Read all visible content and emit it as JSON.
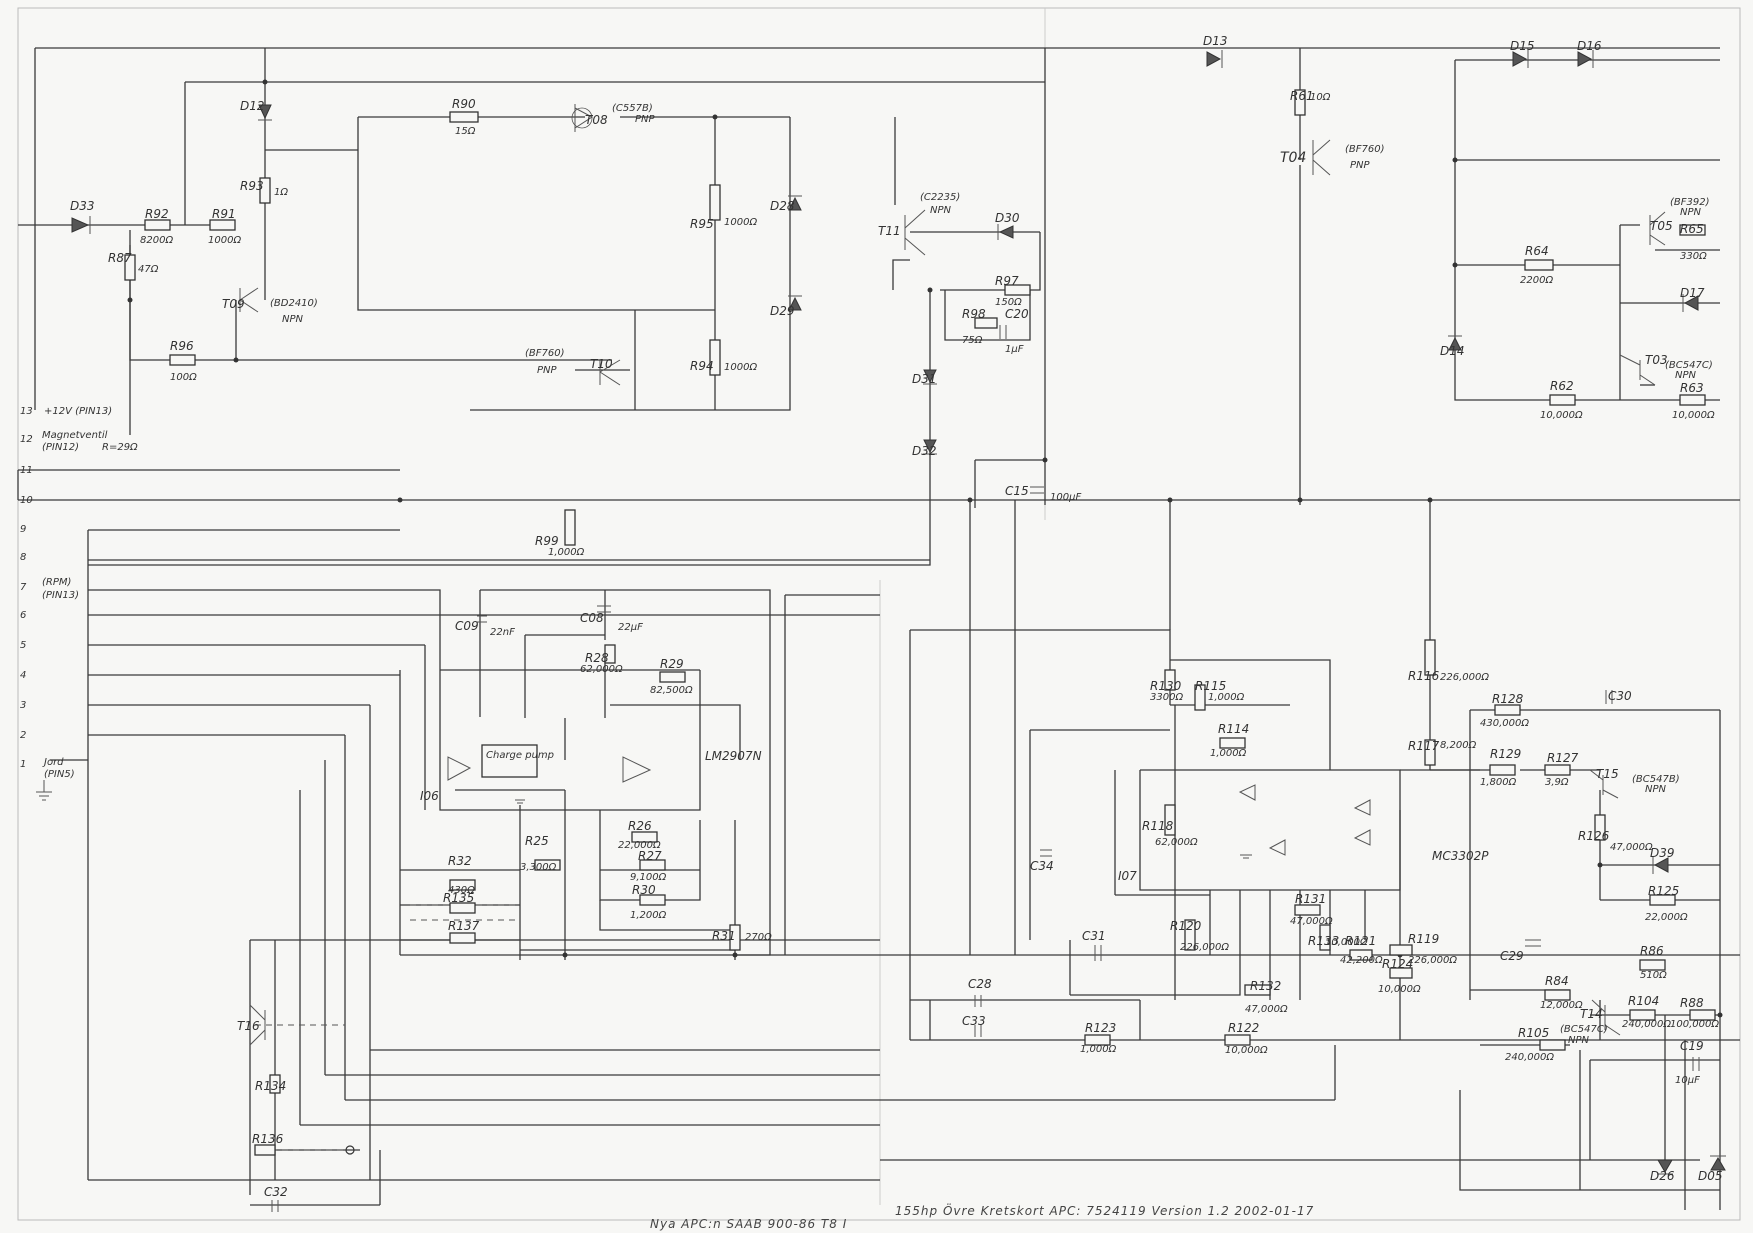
{
  "footer": {
    "left": "Nya APC:n   SAAB 900-86 T8 I",
    "right": "155hp   Övre Kretskort   APC: 7524119   Version 1.2   2002-01-17"
  },
  "pins": {
    "p13": "13",
    "p13_label": "+12V (PIN13)",
    "p12": "12",
    "p12_label": "Magnetventil",
    "p12_sub": "(PIN12)",
    "p12_r": "R=29Ω",
    "p11": "11",
    "p10": "10",
    "p9": "9",
    "p8": "8",
    "p7": "7",
    "p7_label": "(RPM)",
    "p7_sub": "(PIN13)",
    "p6": "6",
    "p5": "5",
    "p4": "4",
    "p3": "3",
    "p2": "2",
    "p1": "1",
    "p1_label": "Jord",
    "p1_sub": "(PIN5)"
  },
  "components": {
    "D33": "D33",
    "R92": "R92",
    "R92_v": "8200Ω",
    "R91": "R91",
    "R91_v": "1000Ω",
    "R87": "R87",
    "R87_v": "47Ω",
    "D12": "D12",
    "R93": "R93",
    "R93_v": "1Ω",
    "R90": "R90",
    "R90_v": "15Ω",
    "T08": "T08",
    "T08_type": "(C557B)",
    "T08_pol": "PNP",
    "T09": "T09",
    "T09_type": "(BD2410)",
    "T09_pol": "NPN",
    "R96": "R96",
    "R96_v": "100Ω",
    "T10": "T10",
    "T10_type": "(BF760)",
    "T10_pol": "PNP",
    "R95": "R95",
    "R95_v": "1000Ω",
    "R94": "R94",
    "R94_v": "1000Ω",
    "D28": "D28",
    "D29": "D29",
    "T11": "T11",
    "T11_type": "(C2235)",
    "T11_pol": "NPN",
    "D30": "D30",
    "R97": "R97",
    "R97_v": "150Ω",
    "R98": "R98",
    "R98_v": "75Ω",
    "C20": "C20",
    "C20_v": "1μF",
    "D31": "D31",
    "D32": "D32",
    "C15": "C15",
    "C15_v": "100μF",
    "D13": "D13",
    "R61": "R61",
    "R61_v": "10Ω",
    "T04": "T04",
    "T04_type": "(BF760)",
    "T04_pol": "PNP",
    "D15": "D15",
    "D16": "D16",
    "T05": "T05",
    "T05_type": "(BF392)",
    "T05_pol": "NPN",
    "R65": "R65",
    "R65_v": "330Ω",
    "R64": "R64",
    "R64_v": "2200Ω",
    "D17": "D17",
    "D14": "D14",
    "T03": "T03",
    "T03_type": "(BC547C)",
    "T03_pol": "NPN",
    "R62": "R62",
    "R62_v": "10,000Ω",
    "R63": "R63",
    "R63_v": "10,000Ω",
    "R99": "R99",
    "R99_v": "1,000Ω",
    "C09": "C09",
    "C09_v": "22nF",
    "C08": "C08",
    "C08_v": "22μF",
    "R28": "R28",
    "R28_v": "62,000Ω",
    "R29": "R29",
    "R29_v": "82,500Ω",
    "I06": "I06",
    "I06_type": "LM2907N",
    "charge_pump": "Charge pump",
    "R25": "R25",
    "R25_v": "3,300Ω",
    "R26": "R26",
    "R26_v": "22,000Ω",
    "R27": "R27",
    "R27_v": "9,100Ω",
    "R30": "R30",
    "R30_v": "1,200Ω",
    "R31": "R31",
    "R31_v": "270Ω",
    "R32": "R32",
    "R32_v": "430Ω",
    "R135": "R135",
    "R137": "R137",
    "T16": "T16",
    "R134": "R134",
    "R136": "R136",
    "C32": "C32",
    "R130": "R130",
    "R130_v": "3300Ω",
    "R115": "R115",
    "R115_v": "1,000Ω",
    "R114": "R114",
    "R114_v": "1,000Ω",
    "R116": "R116",
    "R116_v": "226,000Ω",
    "R117": "R117",
    "R117_v": "8,200Ω",
    "R118": "R118",
    "R118_v": "62,000Ω",
    "I07": "I07",
    "I07_type": "MC3302P",
    "C34": "C34",
    "R120": "R120",
    "R120_v": "226,000Ω",
    "R131": "R131",
    "R131_v": "47,000Ω",
    "R133": "R133",
    "R133_v": "10,000Ω",
    "R121": "R121",
    "R121_v": "42,200Ω",
    "R119": "R119",
    "R119_v": "226,000Ω",
    "R124": "R124",
    "R124_v": "10,000Ω",
    "C31": "C31",
    "R132": "R132",
    "R132_v": "47,000Ω",
    "C28": "C28",
    "C33": "C33",
    "R123": "R123",
    "R123_v": "1,000Ω",
    "R122": "R122",
    "R122_v": "10,000Ω",
    "R128": "R128",
    "R128_v": "430,000Ω",
    "C30": "C30",
    "R129": "R129",
    "R129_v": "1,800Ω",
    "R127": "R127",
    "R127_v": "3,9Ω",
    "T15": "T15",
    "T15_type": "(BC547B)",
    "T15_pol": "NPN",
    "R126": "R126",
    "R126_v": "47,000Ω",
    "D39": "D39",
    "R125": "R125",
    "R125_v": "22,000Ω",
    "C29": "C29",
    "R86": "R86",
    "R86_v": "510Ω",
    "R84": "R84",
    "R84_v": "12,000Ω",
    "T14": "T14",
    "T14_type": "(BC547C)",
    "T14_pol": "NPN",
    "R104": "R104",
    "R104_v": "240,000Ω",
    "R88": "R88",
    "R88_v": "100,000Ω",
    "R105": "R105",
    "R105_v": "240,000Ω",
    "C19": "C19",
    "C19_v": "10μF",
    "D26": "D26",
    "D05": "D05"
  }
}
